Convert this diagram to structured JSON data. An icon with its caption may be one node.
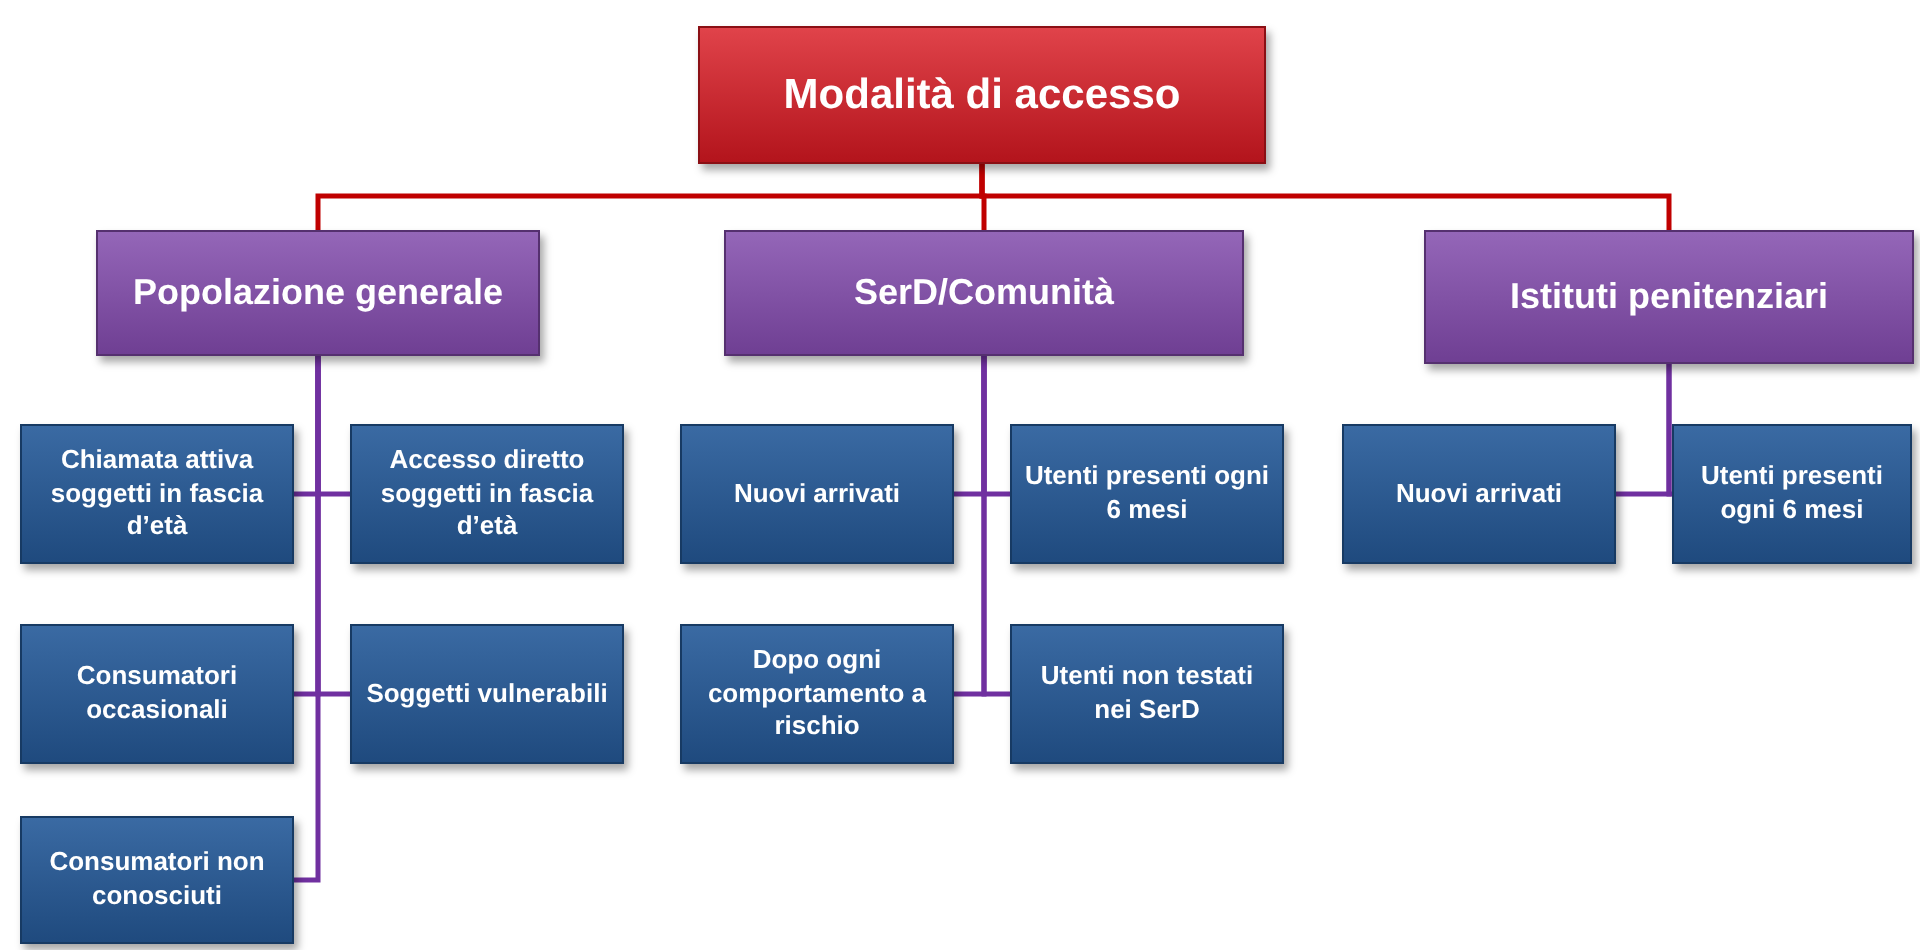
{
  "diagram": {
    "nodes": [
      {
        "text": [
          "Modalità di accesso"
        ]
      },
      {
        "text": [
          "Popolazione generale"
        ]
      },
      {
        "text": [
          "SerD/Comunità"
        ]
      },
      {
        "text": [
          "Istituti penitenziari"
        ]
      },
      {
        "text": [
          "Chiamata attiva soggetti in fascia d’età"
        ]
      },
      {
        "text": [
          "Accesso diretto soggetti in fascia d’età"
        ]
      },
      {
        "text": [
          "Consumatori occasionali"
        ]
      },
      {
        "text": [
          "Soggetti vulnerabili"
        ]
      },
      {
        "text": [
          "Consumatori non conosciuti"
        ]
      },
      {
        "text": [
          "Nuovi arrivati"
        ]
      },
      {
        "text": [
          "Utenti presenti ogni 6 mesi"
        ]
      },
      {
        "text": [
          "Dopo ogni comportamento a rischio"
        ]
      },
      {
        "text": [
          "Utenti non testati nei SerD"
        ]
      },
      {
        "text": [
          "Nuovi arrivati"
        ]
      },
      {
        "text": [
          "Utenti presenti ogni 6 mesi"
        ]
      }
    ],
    "edges": [
      {
        "from": 0,
        "to": 1,
        "arrow": "none",
        "color": "#c00000"
      },
      {
        "from": 0,
        "to": 2,
        "arrow": "none",
        "color": "#c00000"
      },
      {
        "from": 0,
        "to": 3,
        "arrow": "none",
        "color": "#c00000"
      },
      {
        "from": 1,
        "to": 4,
        "arrow": "none"
      },
      {
        "from": 1,
        "to": 5,
        "arrow": "none"
      },
      {
        "from": 1,
        "to": 6,
        "arrow": "none"
      },
      {
        "from": 1,
        "to": 7,
        "arrow": "none"
      },
      {
        "from": 1,
        "to": 8,
        "arrow": "none"
      },
      {
        "from": 2,
        "to": 9,
        "arrow": "none"
      },
      {
        "from": 2,
        "to": 10,
        "arrow": "none"
      },
      {
        "from": 2,
        "to": 11,
        "arrow": "none"
      },
      {
        "from": 2,
        "to": 12,
        "arrow": "none"
      },
      {
        "from": 3,
        "to": 13,
        "arrow": "none"
      },
      {
        "from": 3,
        "to": 14,
        "arrow": "none"
      }
    ]
  }
}
